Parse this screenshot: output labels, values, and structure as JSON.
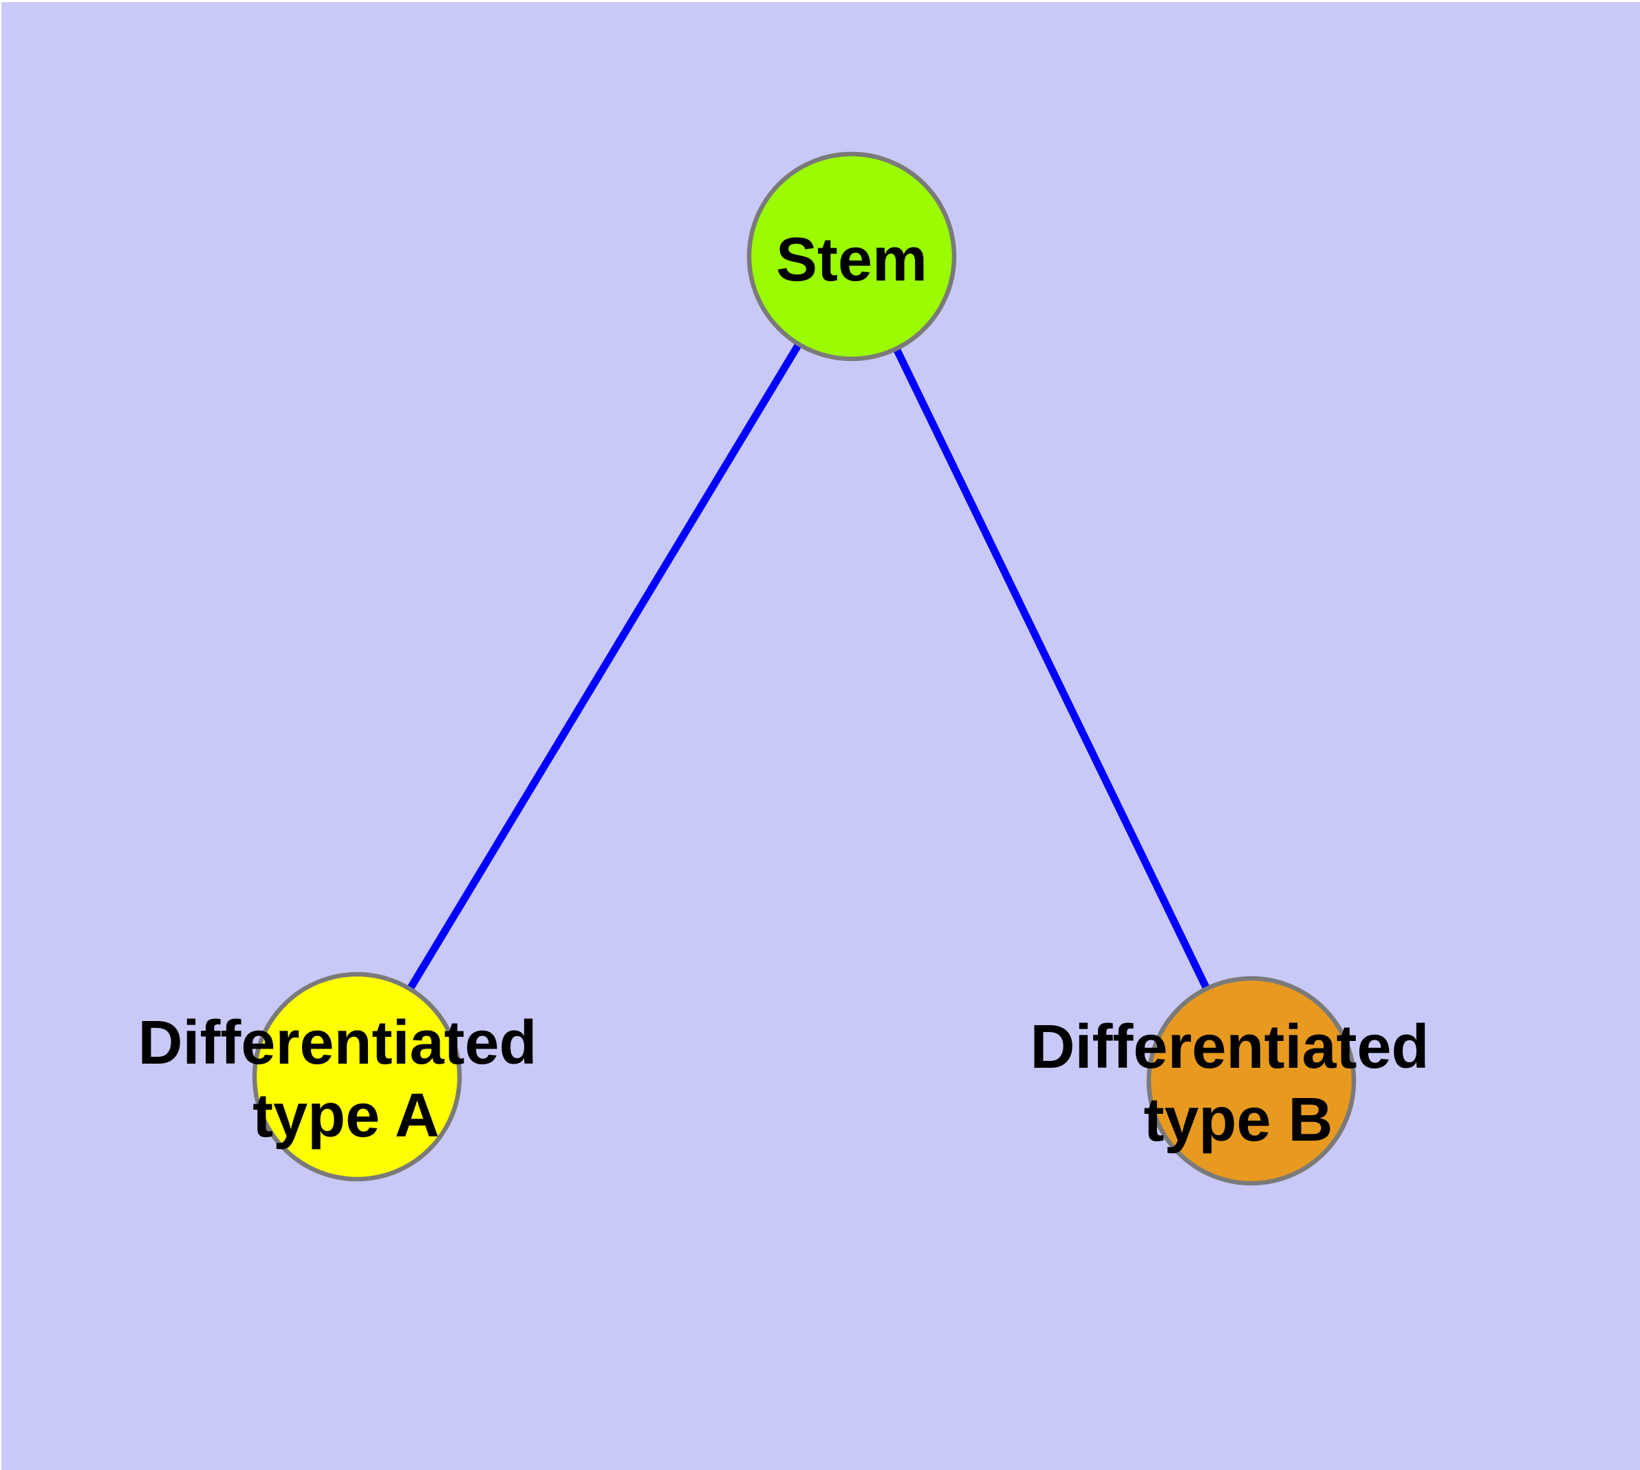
{
  "diagram": {
    "type": "graph",
    "background_color": "#c9c9f7",
    "page_margin_color": "#ffffff",
    "edge_color": "#0000ff",
    "node_border_color": "#7a7a7a",
    "label_color": "#000000",
    "nodes": {
      "stem": {
        "label": "Stem",
        "fill": "#9bfb00"
      },
      "type_a": {
        "label": "Differentiated type A",
        "line1": "Differentiated",
        "line2": "type A",
        "fill": "#ffff00"
      },
      "type_b": {
        "label": "Differentiated type B",
        "line1": "Differentiated",
        "line2": "type B",
        "fill": "#e79a1f"
      }
    },
    "edges": [
      {
        "source": "Stem",
        "target": "Differentiated type A"
      },
      {
        "source": "Stem",
        "target": "Differentiated type B"
      }
    ]
  }
}
